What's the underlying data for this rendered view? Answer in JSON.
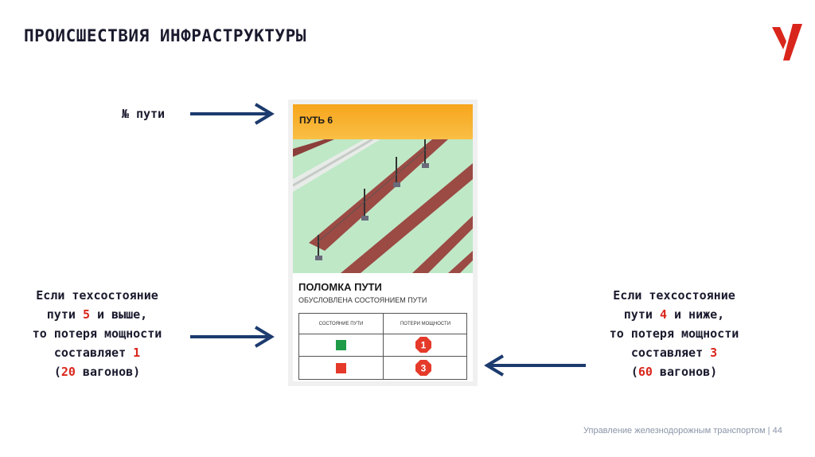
{
  "page": {
    "title": "ПРОИСШЕСТВИЯ ИНФРАСТРУКТУРЫ"
  },
  "labels": {
    "track_no": "№ пути",
    "left": {
      "l1": "Если техсостояние",
      "l2a": "пути ",
      "l2num": "5",
      "l2b": " и выше,",
      "l3": "то потеря мощности",
      "l4a": "составляет ",
      "l4num": "1",
      "l5a": "(",
      "l5num": "20",
      "l5b": " вагонов)"
    },
    "right": {
      "l1": "Если техсостояние",
      "l2a": "пути ",
      "l2num": "4",
      "l2b": " и ниже,",
      "l3": "то потеря мощности",
      "l4a": "составляет ",
      "l4num": "3",
      "l5a": "(",
      "l5num": "60",
      "l5b": " вагонов)"
    }
  },
  "card": {
    "header": "ПУТЬ 6",
    "title": "ПОЛОМКА ПУТИ",
    "subtitle": "ОБУСЛОВЛЕНА СОСТОЯНИЕМ ПУТИ",
    "table": {
      "col1": "СОСТОЯНИЕ ПУТИ",
      "col2": "ПОТЕРИ МОЩНОСТИ",
      "rows": [
        {
          "state_color": "#1e9a48",
          "loss": "1"
        },
        {
          "state_color": "#e53a2a",
          "loss": "3"
        }
      ]
    }
  },
  "colors": {
    "arrow": "#1c3b6e",
    "accent_red": "#d9261c",
    "header_orange": "#f7a51c"
  },
  "footer": {
    "text": "Управление железнодорожным транспортом | 44"
  },
  "icons": {
    "logo": "brand-logo-icon"
  }
}
